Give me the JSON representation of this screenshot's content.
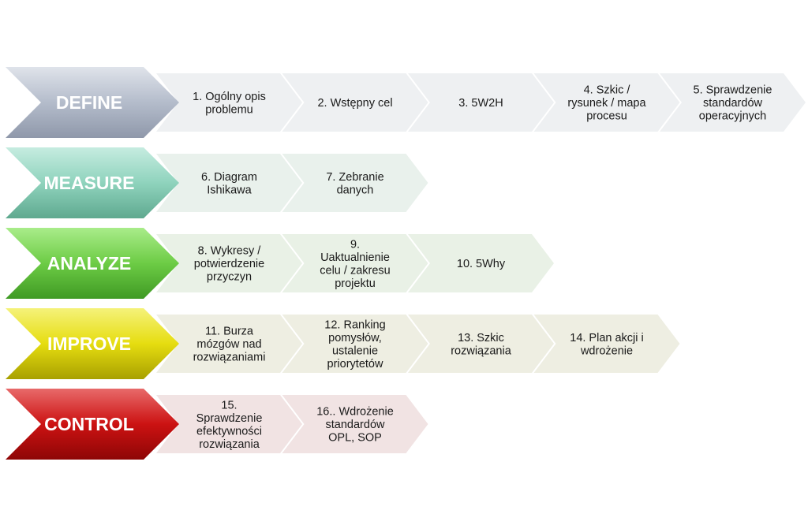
{
  "phases": [
    {
      "name": "DEFINE",
      "colors": {
        "top": "#dfe3ea",
        "mid": "#b4bccb",
        "bottom": "#8f98aa",
        "step_fill": "#eef0f2"
      },
      "steps": [
        [
          "1. Ogólny opis",
          "problemu"
        ],
        [
          "2. Wstępny cel"
        ],
        [
          "3. 5W2H"
        ],
        [
          "4. Szkic /",
          "rysunek / mapa",
          "procesu"
        ],
        [
          "5. Sprawdzenie",
          "standardów",
          "operacyjnych"
        ]
      ]
    },
    {
      "name": "MEASURE",
      "colors": {
        "top": "#c6ece0",
        "mid": "#8fd3bd",
        "bottom": "#5fa98f",
        "step_fill": "#e9f1ec"
      },
      "steps": [
        [
          "6. Diagram",
          "Ishikawa"
        ],
        [
          "7. Zebranie",
          "danych"
        ]
      ]
    },
    {
      "name": "ANALYZE",
      "colors": {
        "top": "#a9ec8a",
        "mid": "#6dcc45",
        "bottom": "#3f9a24",
        "step_fill": "#e9f1e6"
      },
      "steps": [
        [
          "8. Wykresy /",
          "potwierdzenie",
          "przyczyn"
        ],
        [
          "9.",
          "Uaktualnienie",
          "celu / zakresu",
          "projektu"
        ],
        [
          "10. 5Why"
        ]
      ]
    },
    {
      "name": "IMPROVE",
      "colors": {
        "top": "#f5f27a",
        "mid": "#e6dd10",
        "bottom": "#a8a000",
        "step_fill": "#eeeee2"
      },
      "steps": [
        [
          "11. Burza",
          "mózgów nad",
          "rozwiązaniami"
        ],
        [
          "12. Ranking",
          "pomysłów,",
          "ustalenie",
          "priorytetów"
        ],
        [
          "13. Szkic",
          "rozwiązania"
        ],
        [
          "14. Plan akcji i",
          "wdrożenie"
        ]
      ]
    },
    {
      "name": "CONTROL",
      "colors": {
        "top": "#e86a6a",
        "mid": "#cc1212",
        "bottom": "#8e0606",
        "step_fill": "#f1e3e3"
      },
      "steps": [
        [
          "15.",
          "Sprawdzenie",
          "efektywności",
          "rozwiązania"
        ],
        [
          "16.. Wdrożenie",
          "standardów",
          "OPL, SOP"
        ]
      ]
    }
  ]
}
